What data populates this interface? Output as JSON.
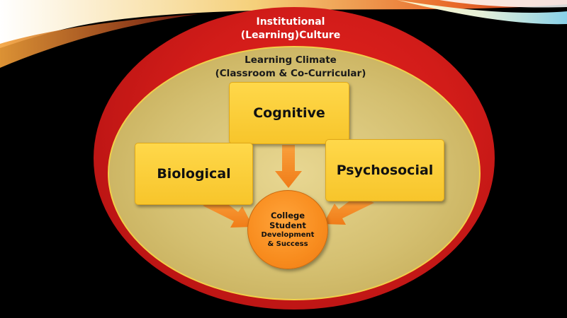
{
  "outer_ring": {
    "line1": "Institutional",
    "line2": "(Learning)Culture",
    "color": "#d21c19"
  },
  "inner_ring": {
    "line1": "Learning Climate",
    "line2": "(Classroom & Co-Curricular)",
    "color": "#e0cc80"
  },
  "boxes": {
    "cognitive": "Cognitive",
    "biological": "Biological",
    "psychosocial": "Psychosocial",
    "color": "#f7c52b"
  },
  "center": {
    "line1": "College",
    "line2": "Student",
    "line3": "Development",
    "line4": "& Success",
    "color": "#f88c1e"
  },
  "arrow_color": "#f5891f"
}
